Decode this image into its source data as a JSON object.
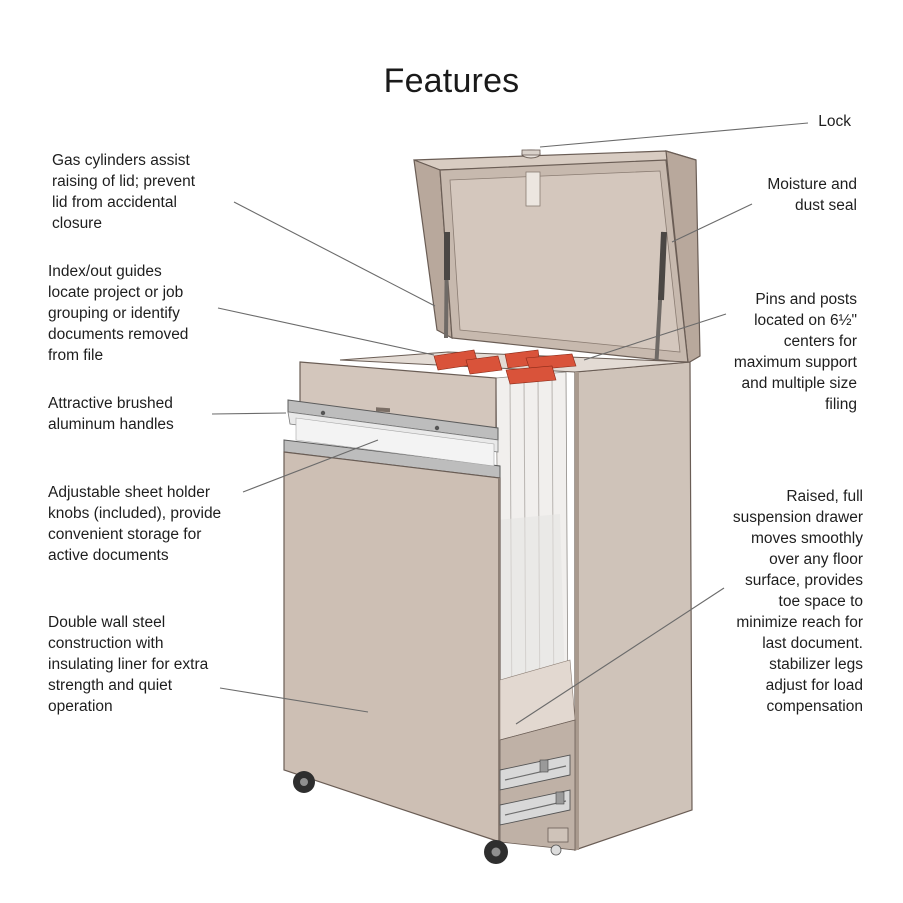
{
  "title": "Features",
  "callouts": {
    "lock": "Lock",
    "moisture_seal": "Moisture and\ndust seal",
    "gas_cylinders": "Gas cylinders assist\nraising of lid; prevent\nlid from accidental\nclosure",
    "index_guides": "Index/out guides\nlocate project or job\ngrouping or identify\ndocuments removed\nfrom file",
    "pins_posts": "Pins and posts\nlocated on 6½\"\ncenters for\nmaximum support\nand multiple size\nfiling",
    "handles": "Attractive brushed\naluminum handles",
    "sheet_holder": "Adjustable sheet holder\nknobs (included), provide\nconvenient storage for\nactive documents",
    "suspension_drawer": "Raised, full\nsuspension drawer\nmoves smoothly\nover any floor\nsurface, provides\ntoe space to\nminimize reach for\nlast document.\nstabilizer legs\nadjust for load\ncompensation",
    "double_wall": "Double wall steel\nconstruction with\ninsulating liner for extra\nstrength and quiet\noperation"
  },
  "colors": {
    "cabinet_body": "#cdbfb4",
    "cabinet_shade": "#b3a498",
    "cabinet_light": "#ddd2ca",
    "tab_red": "#d9533a",
    "handle": "#c9c9c9"
  }
}
